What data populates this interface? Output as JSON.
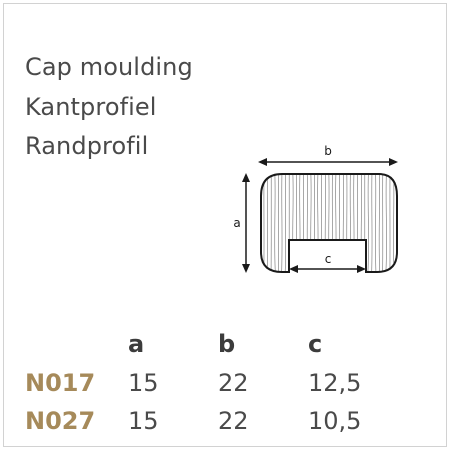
{
  "title": {
    "en": "Cap moulding",
    "nl": "Kantprofiel",
    "de": "Randprofil"
  },
  "diagram": {
    "label_a": "a",
    "label_b": "b",
    "label_c": "c"
  },
  "table": {
    "headers": [
      "a",
      "b",
      "c"
    ],
    "rows": [
      {
        "code": "N017",
        "a": "15",
        "b": "22",
        "c": "12,5"
      },
      {
        "code": "N027",
        "a": "15",
        "b": "22",
        "c": "10,5"
      }
    ]
  },
  "colors": {
    "text": "#4a4a4a",
    "code": "#a68a5a",
    "line": "#1a1a1a"
  }
}
